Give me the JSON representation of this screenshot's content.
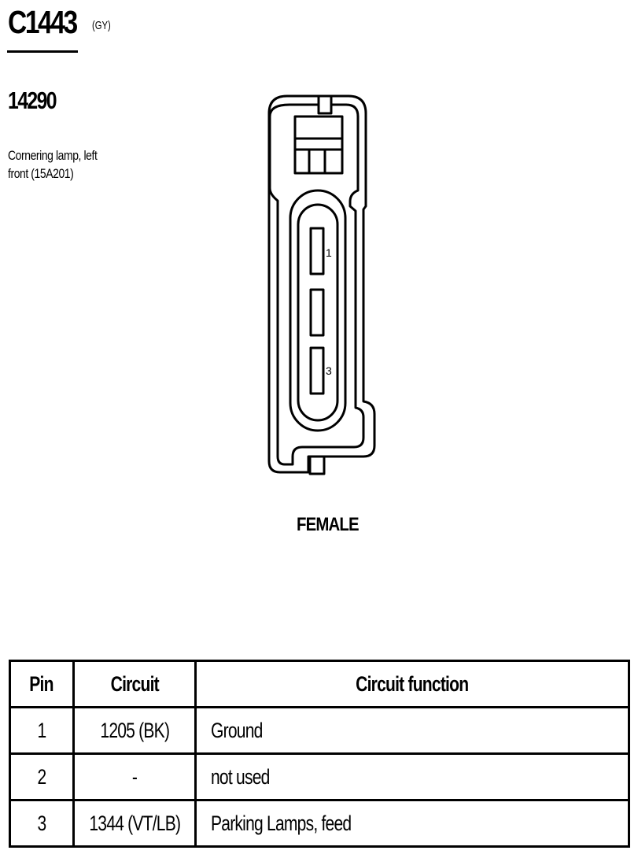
{
  "header": {
    "connector_id": "C1443",
    "connector_color": "(GY)",
    "part_number": "14290",
    "description_line1": "Cornering lamp, left",
    "description_line2": "front (15A201)"
  },
  "diagram": {
    "pin_labels": [
      "1",
      "3"
    ],
    "gender": "FEMALE"
  },
  "table": {
    "headers": [
      "Pin",
      "Circuit",
      "Circuit function"
    ],
    "rows": [
      {
        "pin": "1",
        "circuit": "1205 (BK)",
        "function": "Ground"
      },
      {
        "pin": "2",
        "circuit": "-",
        "function": "not used"
      },
      {
        "pin": "3",
        "circuit": "1344 (VT/LB)",
        "function": "Parking Lamps, feed"
      }
    ]
  }
}
